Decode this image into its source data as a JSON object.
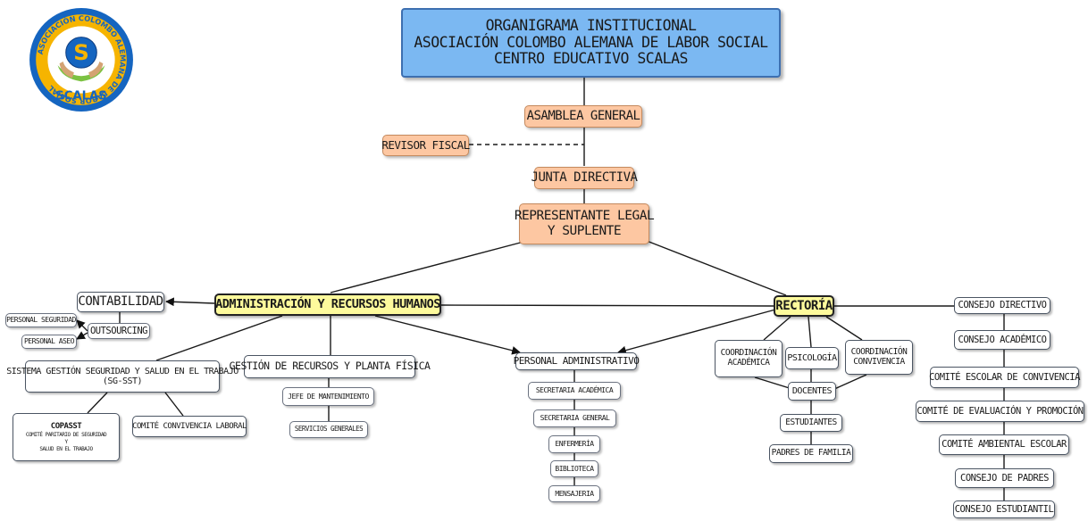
{
  "colors": {
    "header": "#7bb8f2",
    "governance": "#fdc7a2",
    "main_units": "#fdfa9c",
    "boxes": "#ffffff",
    "logo_ring": "#1565c0",
    "logo_text_ring": "#f6b400"
  },
  "logo": {
    "ring_text": "ASOCIACIÓN COLOMBO ALEMANA DE LABOR SOCIAL",
    "letter": "S",
    "wordmark": "SCALAS"
  },
  "header": {
    "line1": "ORGANIGRAMA INSTITUCIONAL",
    "line2": "ASOCIACIÓN COLOMBO ALEMANA DE LABOR SOCIAL",
    "line3": "CENTRO EDUCATIVO SCALAS"
  },
  "governance": {
    "asamblea": "ASAMBLEA GENERAL",
    "revisor": "REVISOR FISCAL",
    "junta": "JUNTA DIRECTIVA",
    "representante_1": "REPRESENTANTE LEGAL",
    "representante_2": "Y SUPLENTE"
  },
  "admin": {
    "title": "ADMINISTRACIÓN Y RECURSOS HUMANOS",
    "contabilidad": "CONTABILIDAD",
    "outsourcing": "OUTSOURCING",
    "personal_seguridad": "PERSONAL SEGURIDAD",
    "personal_aseo": "PERSONAL ASEO",
    "sgsst_1": "SISTEMA GESTIÓN SEGURIDAD Y SALUD EN EL TRABAJO",
    "sgsst_2": "(SG-SST)",
    "copasst_title": "COPASST",
    "copasst_1": "COMITÉ PARITARIO DE SEGURIDAD",
    "copasst_2": "Y",
    "copasst_3": "SALUD EN EL TRABAJO",
    "comite_laboral": "COMITÉ CONVIVENCIA LABORAL",
    "recursos": "GESTIÓN DE RECURSOS Y PLANTA FÍSICA",
    "jefe": "JEFE DE MANTENIMIENTO",
    "servicios": "SERVICIOS GENERALES",
    "personal_admin": "PERSONAL ADMINISTRATIVO",
    "staff": [
      "SECRETARIA ACADÉMICA",
      "SECRETARIA GENERAL",
      "ENFERMERÍA",
      "BIBLIOTECA",
      "MENSAJERIA"
    ]
  },
  "rectoria": {
    "title": "RECTORÍA",
    "coord_academica_1": "COORDINACIÓN",
    "coord_academica_2": "ACADÉMICA",
    "psicologia": "PSICOLOGÍA",
    "coord_convivencia_1": "COORDINACIÓN",
    "coord_convivencia_2": "CONVIVENCIA",
    "docentes": "DOCENTES",
    "estudiantes": "ESTUDIANTES",
    "padres": "PADRES DE FAMILIA",
    "councils": [
      "CONSEJO DIRECTIVO",
      "CONSEJO ACADÉMICO",
      "COMITÉ ESCOLAR DE CONVIVENCIA",
      "COMITÉ DE EVALUACIÓN Y PROMOCIÓN",
      "COMITÉ AMBIENTAL ESCOLAR",
      "CONSEJO DE PADRES",
      "CONSEJO ESTUDIANTIL"
    ]
  }
}
